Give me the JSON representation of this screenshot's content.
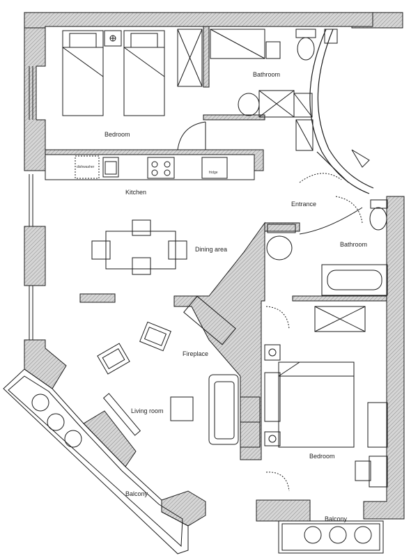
{
  "plan": {
    "rooms": {
      "bathroom_top": "Bathroom",
      "bedroom_top": "Bedroom",
      "kitchen": "Kitchen",
      "entrance": "Entrance",
      "dining": "Dining area",
      "bathroom_right": "Bathroom",
      "fireplace": "Fireplace",
      "living": "Living room",
      "bedroom_bottom": "Bedroom",
      "balcony_left": "Balcony",
      "balcony_right": "Balcony"
    },
    "appliances": {
      "dishwasher": "dishwasher",
      "fridge": "fridge"
    },
    "colors": {
      "wall_fill": "#cfcfcf",
      "line": "#1a1a1a"
    }
  }
}
